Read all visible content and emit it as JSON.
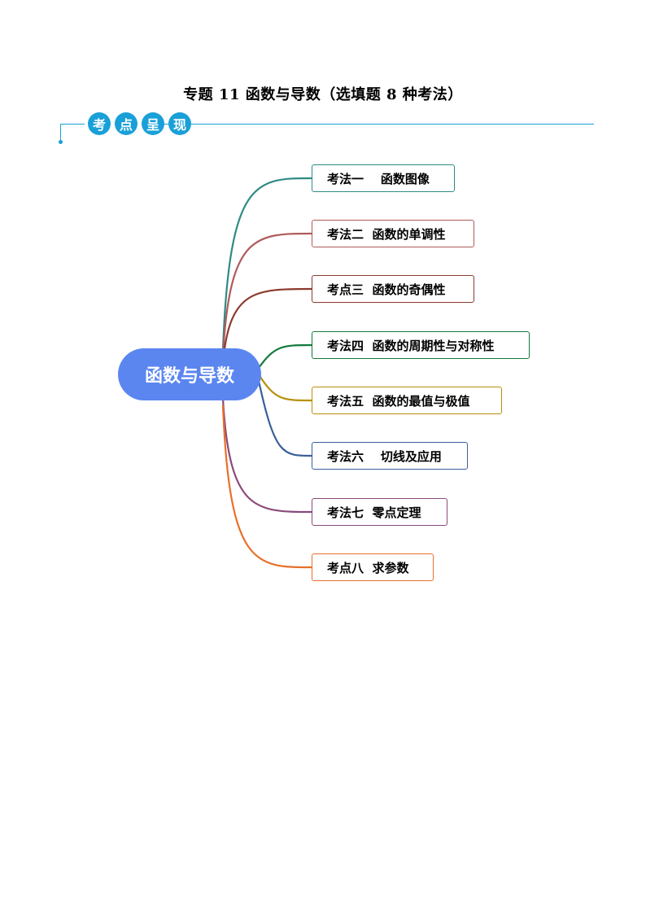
{
  "page": {
    "title": "专题 11  函数与导数（选填题 8 种考法）"
  },
  "section_header": {
    "badges": [
      "考",
      "点",
      "呈",
      "现"
    ],
    "accent_color": "#1aa0d8"
  },
  "mindmap": {
    "root_label": "函数与导数",
    "root_color": "#5b86f0",
    "branches": [
      {
        "label": "考法一    函数图像",
        "color": "#2e8b84"
      },
      {
        "label": "考法二  函数的单调性",
        "color": "#b05a5a"
      },
      {
        "label": "考点三  函数的奇偶性",
        "color": "#8b3a2e"
      },
      {
        "label": "考法四  函数的周期性与对称性",
        "color": "#127a3c"
      },
      {
        "label": "考法五  函数的最值与极值",
        "color": "#b8900a"
      },
      {
        "label": "考法六    切线及应用",
        "color": "#3a5f9a"
      },
      {
        "label": "考法七  零点定理",
        "color": "#8a4a7a"
      },
      {
        "label": "考点八  求参数",
        "color": "#e8702a"
      }
    ]
  }
}
